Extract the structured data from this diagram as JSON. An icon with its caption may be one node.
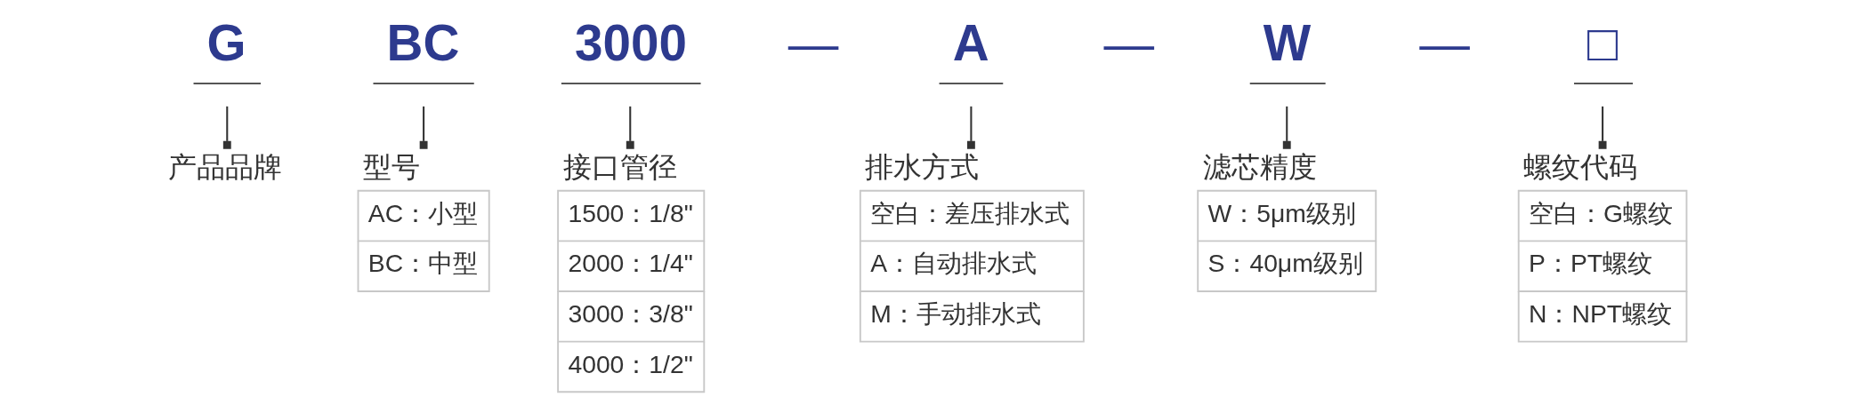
{
  "diagram": {
    "nodes": [
      {
        "text": [
          "G"
        ]
      },
      {
        "text": [
          "BC"
        ]
      },
      {
        "text": [
          "3000"
        ]
      },
      {
        "text": [
          "A"
        ]
      },
      {
        "text": [
          "W"
        ]
      },
      {
        "text": [
          "□"
        ]
      },
      {
        "text": [
          "产品品牌"
        ]
      },
      {
        "text": [
          "型号",
          "AC：小型",
          "BC：中型"
        ]
      },
      {
        "text": [
          "接口管径",
          "1500：1/8\"",
          "2000：1/4\"",
          "3000：3/8\"",
          "4000：1/2\""
        ]
      },
      {
        "text": [
          "排水方式",
          "空白：差压排水式",
          "A：自动排水式",
          "M：手动排水式"
        ]
      },
      {
        "text": [
          "滤芯精度",
          "W：5μm级别",
          "S：40μm级别"
        ]
      },
      {
        "text": [
          "螺纹代码",
          "空白：G螺纹",
          "P：PT螺纹",
          "N：NPT螺纹"
        ]
      }
    ],
    "edges": [
      {
        "from": 0,
        "to": 6,
        "arrow": "other"
      },
      {
        "from": 1,
        "to": 7,
        "arrow": "other"
      },
      {
        "from": 2,
        "to": 8,
        "arrow": "other"
      },
      {
        "from": 3,
        "to": 9,
        "arrow": "other"
      },
      {
        "from": 4,
        "to": 10,
        "arrow": "other"
      },
      {
        "from": 5,
        "to": 11,
        "arrow": "other"
      }
    ],
    "labels": [
      "—",
      "—",
      "—"
    ]
  }
}
